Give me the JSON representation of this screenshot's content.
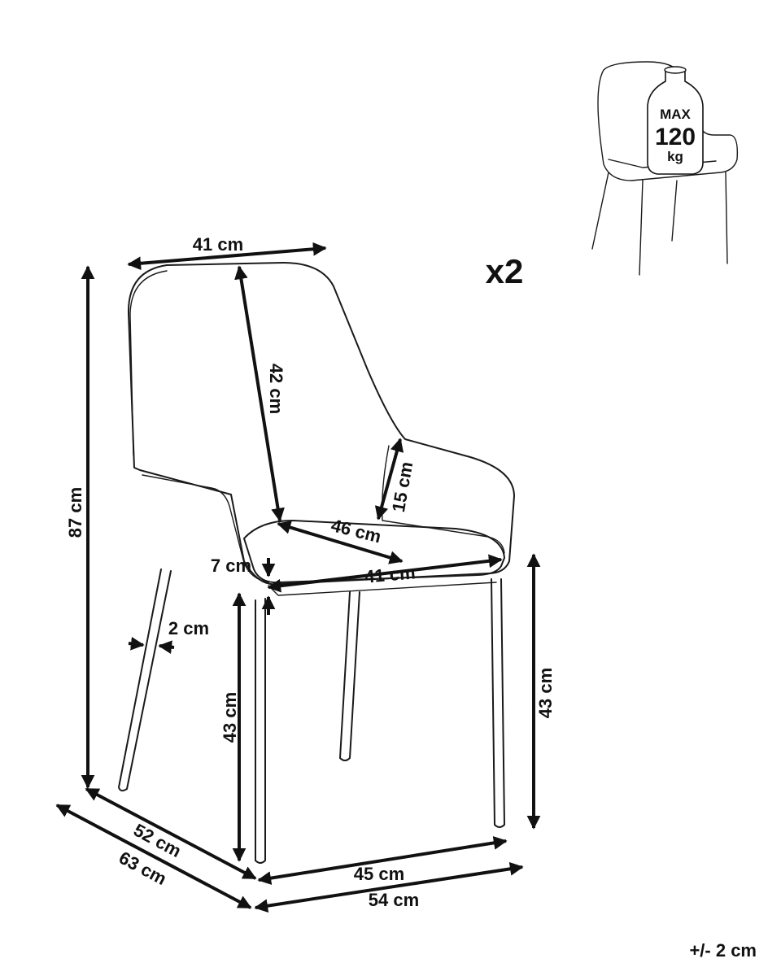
{
  "product": {
    "quantity_label": "x2"
  },
  "dimensions": {
    "back_width": "41 cm",
    "back_height": "42 cm",
    "total_height": "87 cm",
    "armrest_height": "15 cm",
    "seat_depth": "46 cm",
    "seat_width": "41 cm",
    "seat_thickness": "7 cm",
    "leg_thickness": "2 cm",
    "seat_height_front": "43 cm",
    "seat_height_side": "43 cm",
    "seat_depth_total": "52 cm",
    "total_depth": "63 cm",
    "front_width": "45 cm",
    "total_width": "54 cm"
  },
  "max_load": {
    "line1": "MAX",
    "value": "120",
    "unit": "kg"
  },
  "tolerance": "+/- 2 cm"
}
